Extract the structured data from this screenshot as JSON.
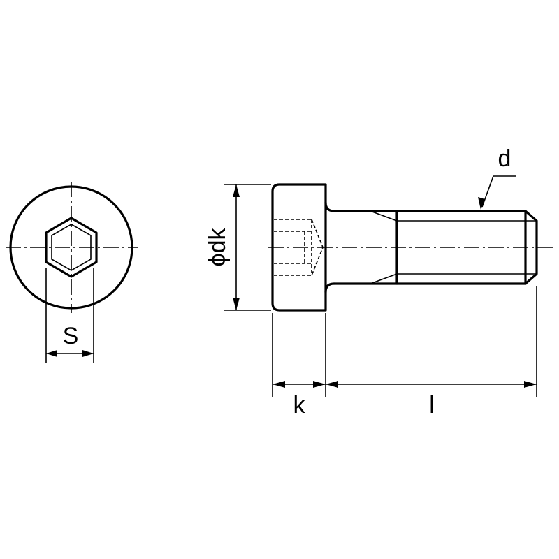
{
  "labels": {
    "thread_diameter": "d",
    "head_diameter": "ϕdk",
    "socket_size": "S",
    "head_height": "k",
    "length": "l"
  }
}
